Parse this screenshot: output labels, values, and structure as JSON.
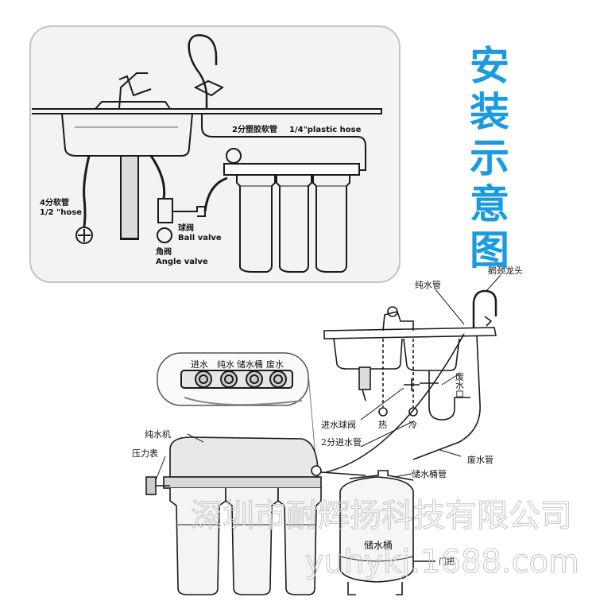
{
  "title": {
    "chars": [
      "安",
      "装",
      "示",
      "意",
      "图"
    ],
    "color": "#1a9be0"
  },
  "top_panel": {
    "label_hose_14_cn": "2分塑胶软管",
    "label_hose_14_en": "1/4\"plastic hose",
    "label_hose_12_cn": "4分软管",
    "label_hose_12_en": "1/2 \"hose",
    "label_ball_valve_cn": "球阀",
    "label_ball_valve_en": "Ball valve",
    "label_angle_valve_cn": "角阀",
    "label_angle_valve_en": "Angle valve"
  },
  "bottom_panel": {
    "zoom_labels": [
      "进水",
      "纯水",
      "储水桶",
      "废水"
    ],
    "gooseneck_faucet": "鹅颈龙头",
    "pure_water_pipe": "纯水管",
    "waste_outlet": "废水口",
    "hot": "热",
    "cold": "冷",
    "inlet_ball_valve": "进水球阀",
    "inlet_pipe_2fen": "2分进水管",
    "waste_pipe": "废水管",
    "tank_pipe": "储水桶管",
    "ro_machine": "纯水机",
    "pressure_gauge": "压力表",
    "storage_tank": "储水桶",
    "tank_valve_partial": "门把"
  },
  "watermark": {
    "company": "深圳市耐辉扬科技有限公司",
    "url": "yuhykj.1688.com"
  },
  "colors": {
    "line": "#1a1a1a",
    "panel_border": "#bdbdbd",
    "machine_fill": "#e8e8e8"
  }
}
